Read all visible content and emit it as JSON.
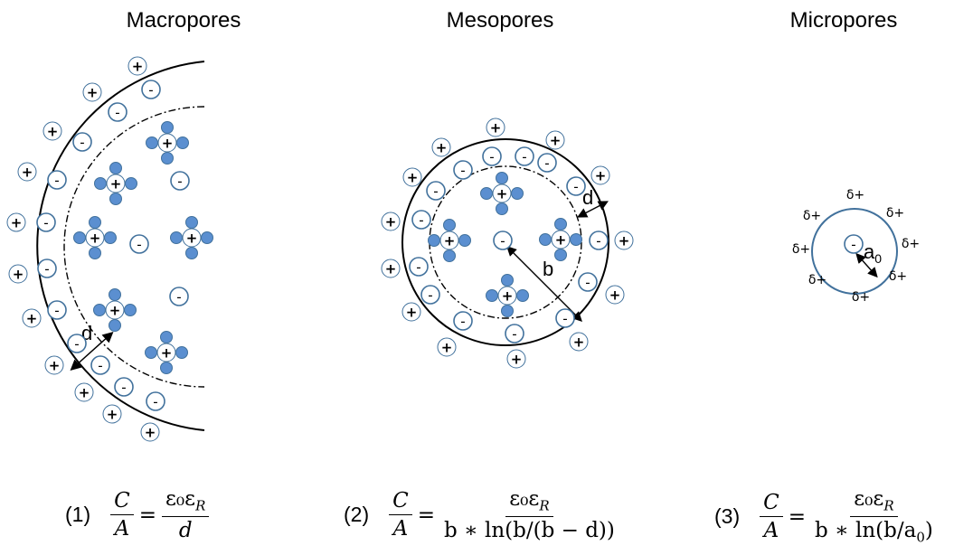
{
  "titles": {
    "macro": "Macropores",
    "meso": "Mesopores",
    "micro": "Micropores"
  },
  "labels": {
    "d_macro": "d",
    "d_meso": "d",
    "b": "b",
    "a0_base": "a",
    "a0_sub": "0",
    "delta_plus": "δ+"
  },
  "ion_signs": {
    "plus": "+",
    "minus": "-"
  },
  "colors": {
    "solvent": "#5b8fd0",
    "solvent_stroke": "#41719c",
    "ion_ring": "#41719c",
    "micro_ring": "#41719c"
  },
  "formulas": {
    "f1": {
      "number": "(1)",
      "lhs_num": "C",
      "lhs_den": "A",
      "equals": "=",
      "rhs_num": "ε₀ε",
      "rhs_num_sub": "R",
      "rhs_den": "d"
    },
    "f2": {
      "number": "(2)",
      "lhs_num": "C",
      "lhs_den": "A",
      "equals": "=",
      "rhs_num": "ε₀ε",
      "rhs_num_sub": "R",
      "rhs_den": "b ∗ ln(b/(b − d))"
    },
    "f3": {
      "number": "(3)",
      "lhs_num": "C",
      "lhs_den": "A",
      "equals": "=",
      "rhs_num": "ε₀ε",
      "rhs_num_sub": "R",
      "rhs_den_pre": "b ∗ ln(b/a",
      "rhs_den_sub": "0",
      "rhs_den_post": ")"
    }
  }
}
